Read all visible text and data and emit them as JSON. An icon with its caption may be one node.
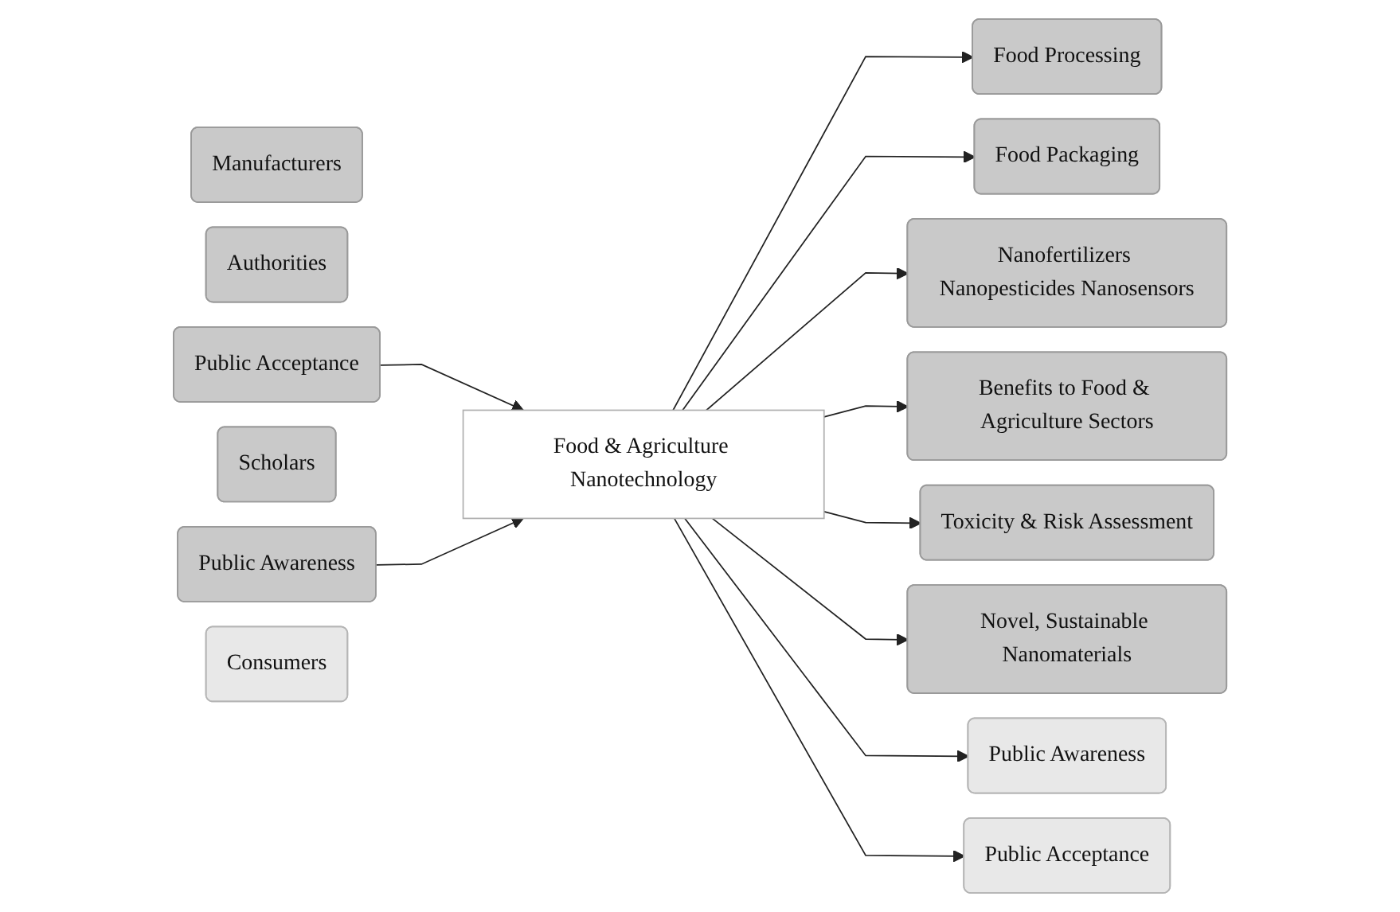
{
  "diagram": {
    "nodes": [
      {
        "text": [
          "Manufacturers"
        ]
      },
      {
        "text": [
          "Food Processing"
        ]
      },
      {
        "text": [
          "Food Packaging"
        ]
      },
      {
        "text": [
          "Nanofertilizers Nanopesticides Nanosensors"
        ]
      },
      {
        "text": [
          "Benefits to Food & Agriculture Sectors"
        ]
      },
      {
        "text": [
          "Authorities"
        ]
      },
      {
        "text": [
          "Public Acceptance"
        ]
      },
      {
        "text": [
          "Food & Agriculture Nanotechnology"
        ]
      },
      {
        "text": [
          "Scholars"
        ]
      },
      {
        "text": [
          "Toxicity & Risk Assessment"
        ]
      },
      {
        "text": [
          "Public Awareness"
        ]
      },
      {
        "text": [
          "Novel, Sustainable Nanomaterials"
        ]
      },
      {
        "text": [
          "Public Awareness"
        ]
      },
      {
        "text": [
          "Public Acceptance"
        ]
      },
      {
        "text": [
          "Consumers"
        ]
      }
    ],
    "edges": [
      {
        "from": 7,
        "to": 1,
        "arrow": "to"
      },
      {
        "from": 7,
        "to": 2,
        "arrow": "to"
      },
      {
        "from": 7,
        "to": 3,
        "arrow": "to"
      },
      {
        "from": 7,
        "to": 4,
        "arrow": "to"
      },
      {
        "from": 6,
        "to": 7,
        "arrow": "to"
      },
      {
        "from": 10,
        "to": 7,
        "arrow": "to"
      },
      {
        "from": 7,
        "to": 9,
        "arrow": "to"
      },
      {
        "from": 7,
        "to": 11,
        "arrow": "to"
      },
      {
        "from": 7,
        "to": 12,
        "arrow": "to"
      },
      {
        "from": 7,
        "to": 13,
        "arrow": "to"
      }
    ]
  }
}
